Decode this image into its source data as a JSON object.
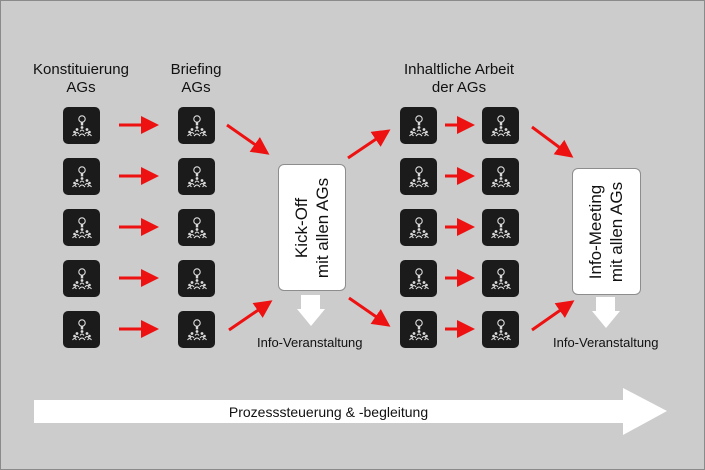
{
  "columns": [
    {
      "title_line1": "Konstituierung",
      "title_line2": "AGs"
    },
    {
      "title_line1": "Briefing",
      "title_line2": "AGs"
    },
    {
      "title_line1": "Inhaltliche Arbeit",
      "title_line2": "der AGs"
    }
  ],
  "rows": 5,
  "node_icon": "lightbulb-group-icon",
  "events": [
    {
      "line1": "Kick-Off",
      "line2": "mit allen AGs",
      "sub_label": "Info-Veranstaltung"
    },
    {
      "line1": "Info-Meeting",
      "line2": "mit allen AGs",
      "sub_label": "Info-Veranstaltung"
    }
  ],
  "process_arrow": {
    "label": "Prozesssteuerung & -begleitung"
  },
  "colors": {
    "background": "#cccccc",
    "node": "#1b1b1b",
    "arrow": "#ee1111",
    "event_box": "#ffffff",
    "process_arrow": "#ffffff"
  }
}
